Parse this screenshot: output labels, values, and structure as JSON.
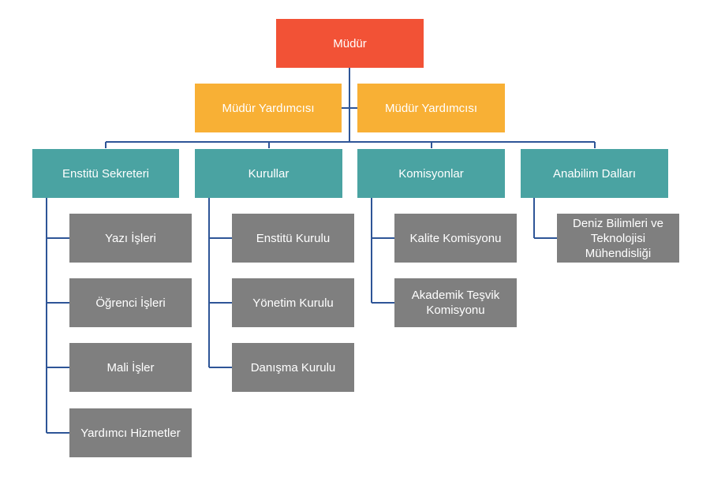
{
  "colors": {
    "director": "#f25236",
    "deputy": "#f8b035",
    "department": "#4aa3a2",
    "unit": "#7f7f7f",
    "connector": "#2e5597"
  },
  "director": "Müdür",
  "deputies": [
    "Müdür Yardımcısı",
    "Müdür Yardımcısı"
  ],
  "departments": [
    {
      "name": "Enstitü Sekreteri",
      "units": [
        {
          "lines": [
            "Yazı İşleri"
          ]
        },
        {
          "lines": [
            "Öğrenci İşleri"
          ]
        },
        {
          "lines": [
            "Mali İşler"
          ]
        },
        {
          "lines": [
            "Yardımcı Hizmetler"
          ]
        }
      ]
    },
    {
      "name": "Kurullar",
      "units": [
        {
          "lines": [
            "Enstitü Kurulu"
          ]
        },
        {
          "lines": [
            "Yönetim Kurulu"
          ]
        },
        {
          "lines": [
            "Danışma Kurulu"
          ]
        }
      ]
    },
    {
      "name": "Komisyonlar",
      "units": [
        {
          "lines": [
            "Kalite Komisyonu"
          ]
        },
        {
          "lines": [
            "Akademik Teşvik",
            "Komisyonu"
          ]
        }
      ]
    },
    {
      "name": "Anabilim Dalları",
      "units": [
        {
          "lines": [
            "Deniz Bilimleri ve",
            "Teknolojisi",
            "Mühendisliği"
          ]
        }
      ]
    }
  ]
}
